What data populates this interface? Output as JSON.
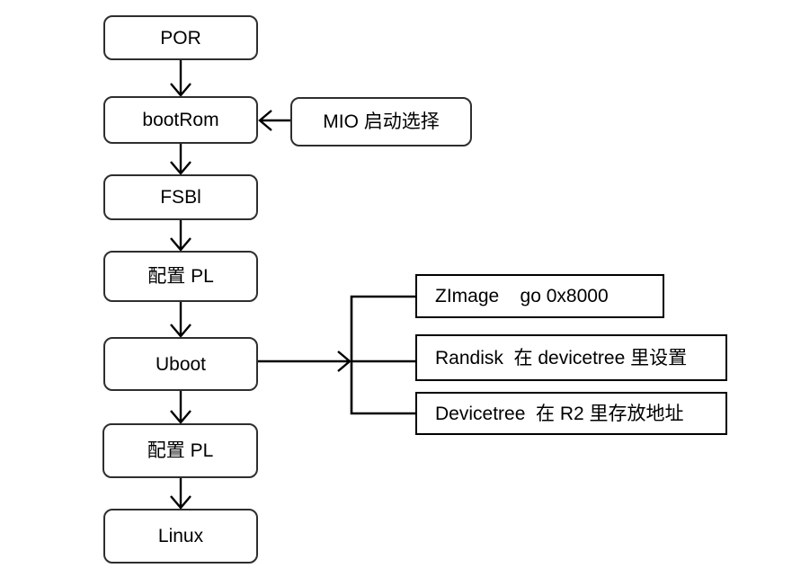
{
  "diagram": {
    "type": "flowchart",
    "background_color": "#ffffff",
    "line_color": "#000000",
    "rounded_box_border_color": "#2e2e2e",
    "rect_box_border_color": "#000000",
    "text_color": "#000000",
    "nodes": [
      {
        "id": "por",
        "label": "POR",
        "shape": "rounded"
      },
      {
        "id": "bootrom",
        "label": "bootRom",
        "shape": "rounded"
      },
      {
        "id": "mio",
        "label": "MIO 启动选择",
        "shape": "rounded"
      },
      {
        "id": "fsbl",
        "label": "FSBl",
        "shape": "rounded"
      },
      {
        "id": "pl-config-1",
        "label": "配置 PL",
        "shape": "rounded"
      },
      {
        "id": "uboot",
        "label": "Uboot",
        "shape": "rounded"
      },
      {
        "id": "zimage",
        "label": "ZImage    go 0x8000",
        "shape": "rect"
      },
      {
        "id": "randisk",
        "label": "Randisk  在 devicetree 里设置",
        "shape": "rect"
      },
      {
        "id": "devicetree",
        "label": "Devicetree  在 R2 里存放地址",
        "shape": "rect"
      },
      {
        "id": "pl-config-2",
        "label": "配置 PL",
        "shape": "rounded"
      },
      {
        "id": "linux",
        "label": "Linux",
        "shape": "rounded"
      }
    ],
    "edges": [
      {
        "from": "POR",
        "to": "bootRom",
        "style": "arrow-down"
      },
      {
        "from": "MIO 启动选择",
        "to": "bootRom",
        "style": "arrow-left"
      },
      {
        "from": "bootRom",
        "to": "FSBl",
        "style": "arrow-down"
      },
      {
        "from": "FSBl",
        "to": "配置 PL",
        "style": "arrow-down"
      },
      {
        "from": "配置 PL",
        "to": "Uboot",
        "style": "arrow-down"
      },
      {
        "from": "Uboot",
        "to": "ZImage go 0x8000",
        "style": "arrow-right-bracket"
      },
      {
        "from": "Uboot",
        "to": "Randisk 在 devicetree 里设置",
        "style": "arrow-right-bracket"
      },
      {
        "from": "Uboot",
        "to": "Devicetree 在 R2 里存放地址",
        "style": "arrow-right-bracket"
      },
      {
        "from": "Uboot",
        "to": "配置 PL",
        "style": "arrow-down"
      },
      {
        "from": "配置 PL",
        "to": "Linux",
        "style": "arrow-down"
      }
    ]
  }
}
